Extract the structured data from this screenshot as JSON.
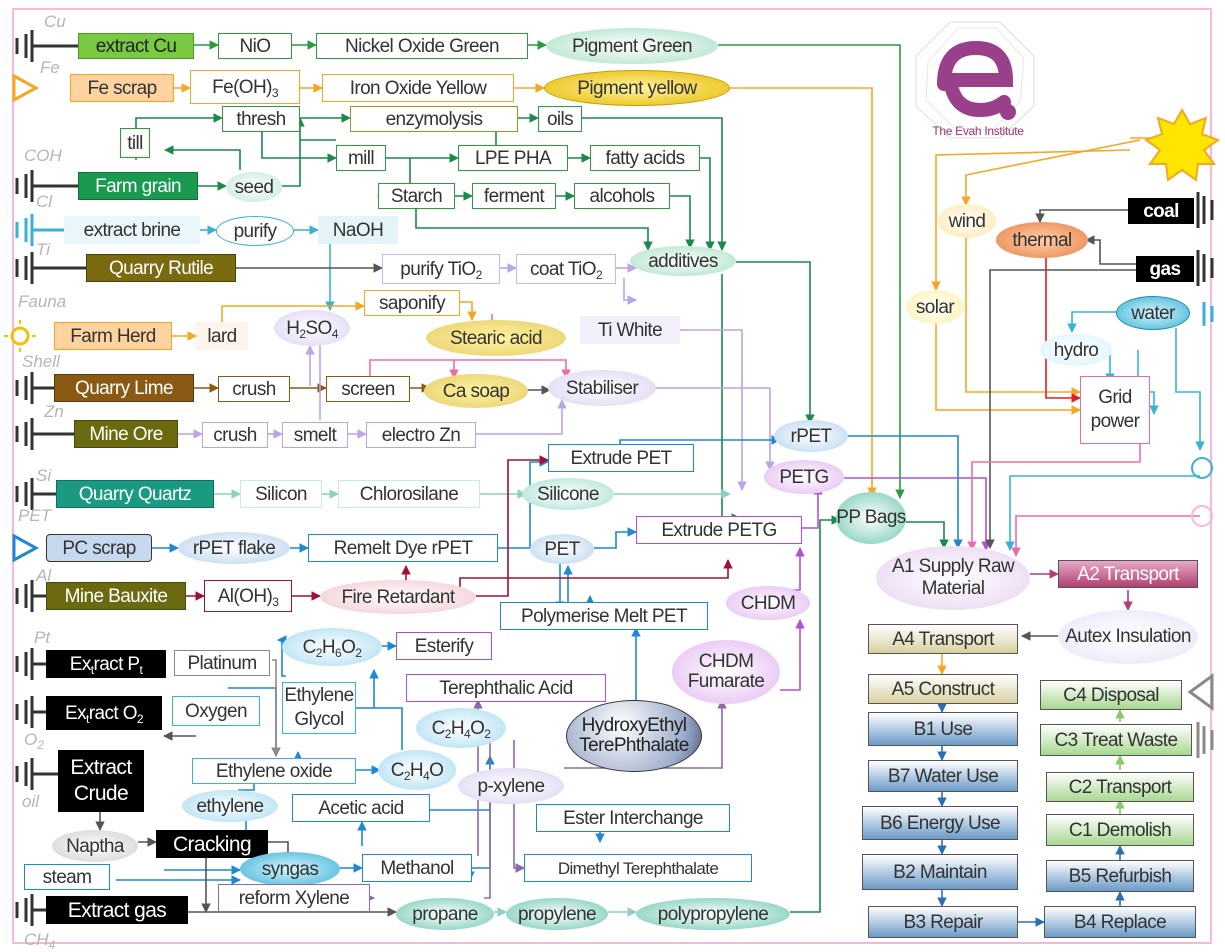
{
  "sources": [
    {
      "id": "cu",
      "label": "Cu"
    },
    {
      "id": "fe",
      "label": "Fe"
    },
    {
      "id": "coh",
      "label": "COH"
    },
    {
      "id": "cl",
      "label": "Cl"
    },
    {
      "id": "ti",
      "label": "Ti"
    },
    {
      "id": "fauna",
      "label": "Fauna"
    },
    {
      "id": "shell",
      "label": "Shell"
    },
    {
      "id": "zn",
      "label": "Zn"
    },
    {
      "id": "si",
      "label": "Si"
    },
    {
      "id": "pet",
      "label": "PET"
    },
    {
      "id": "al",
      "label": "Al"
    },
    {
      "id": "pt",
      "label": "Pt"
    },
    {
      "id": "o2",
      "label": "O2"
    },
    {
      "id": "oil",
      "label": "oil"
    },
    {
      "id": "ch4",
      "label": "CH4"
    }
  ],
  "logo": {
    "caption": "The Evah Institute"
  },
  "nodes": {
    "extract_cu": "extract Cu",
    "nio": "NiO",
    "nickel_oxide_green": "Nickel Oxide Green",
    "pigment_green": "Pigment Green",
    "fe_scrap": "Fe scrap",
    "feoh3": "Fe(OH)3",
    "iron_oxide_yellow": "Iron Oxide Yellow",
    "pigment_yellow": "Pigment yellow",
    "thresh": "thresh",
    "enzymolysis": "enzymolysis",
    "oils": "oils",
    "till": "till",
    "mill": "mill",
    "lpe_pha": "LPE PHA",
    "fatty_acids": "fatty acids",
    "farm_grain": "Farm grain",
    "seed": "seed",
    "starch": "Starch",
    "ferment": "ferment",
    "alcohols": "alcohols",
    "extract_brine": "extract brine",
    "purify": "purify",
    "naoh": "NaOH",
    "quarry_rutile": "Quarry Rutile",
    "purify_tio2": "purify TiO2",
    "coat_tio2": "coat TiO2",
    "additives": "additives",
    "farm_herd": "Farm Herd",
    "lard": "lard",
    "h2so4": "H2SO4",
    "saponify": "saponify",
    "stearic_acid": "Stearic acid",
    "ti_white": "Ti White",
    "quarry_lime": "Quarry Lime",
    "crush1": "crush",
    "screen": "screen",
    "ca_soap": "Ca soap",
    "stabiliser": "Stabiliser",
    "mine_ore": "Mine Ore",
    "crush2": "crush",
    "smelt": "smelt",
    "electro_zn": "electro Zn",
    "rpet": "rPET",
    "extrude_pet": "Extrude PET",
    "petg": "PETG",
    "quarry_quartz": "Quarry Quartz",
    "silicon": "Silicon",
    "chlorosilane": "Chlorosilane",
    "silicone": "Silicone",
    "pc_scrap": "PC scrap",
    "rpet_flake": "rPET flake",
    "remelt_dye": "Remelt Dye rPET",
    "pet_node": "PET",
    "extrude_petg": "Extrude PETG",
    "pp_bags": "PP Bags",
    "mine_bauxite": "Mine Bauxite",
    "aloh3": "Al(OH)3",
    "fire_retardant": "Fire Retardant",
    "polymerise": "Polymerise Melt PET",
    "chdm": "CHDM",
    "extract_pt": "Extract Pt",
    "platinum": "Platinum",
    "c2h6o2": "C2H6O2",
    "esterify": "Esterify",
    "ethylene_glycol": "Ethylene Glycol",
    "terephthalic": "Terephthalic Acid",
    "chdm_fumarate": "CHDM Fumarate",
    "extract_o2": "Extract O2",
    "oxygen": "Oxygen",
    "c2h4o2": "C2H4O2",
    "hydroxyethyl": "HydroxyEthyl TerePhthalate",
    "extract_crude": "Extract Crude",
    "ethylene_oxide": "Ethylene oxide",
    "c2h4o": "C2H4O",
    "p_xylene": "p-xylene",
    "ethylene": "ethylene",
    "acetic_acid": "Acetic acid",
    "ester_interchange": "Ester Interchange",
    "naptha": "Naptha",
    "cracking": "Cracking",
    "syngas": "syngas",
    "methanol": "Methanol",
    "dimethyl": "Dimethyl Terephthalate",
    "steam": "steam",
    "reform_xylene": "reform Xylene",
    "extract_gas": "Extract gas",
    "propane": "propane",
    "propylene": "propylene",
    "polypropylene": "polypropylene",
    "coal": "coal",
    "wind": "wind",
    "thermal": "thermal",
    "gas": "gas",
    "solar": "solar",
    "water": "water",
    "hydro": "hydro",
    "grid_power": "Grid power",
    "a1": "A1 Supply Raw Material",
    "a2": "A2 Transport",
    "autex": "Autex Insulation",
    "a4": "A4 Transport",
    "a5": "A5 Construct",
    "c4": "C4 Disposal",
    "b1": "B1 Use",
    "c3": "C3 Treat Waste",
    "b7": "B7 Water Use",
    "c2": "C2 Transport",
    "b6": "B6 Energy Use",
    "c1": "C1 Demolish",
    "b2": "B2 Maintain",
    "b5": "B5 Refurbish",
    "b3": "B3 Repair",
    "b4": "B4 Replace"
  },
  "colors": {
    "cu_green": "#2e9a3e",
    "fe_orange": "#f5a623",
    "grain_green": "#1a8a4a",
    "pet_blue": "#1e88d0",
    "petg_purple": "#b04fd6",
    "lca_blue": "#2a6fb5",
    "energy_red": "#e02020",
    "pink": "#f06aa8"
  }
}
